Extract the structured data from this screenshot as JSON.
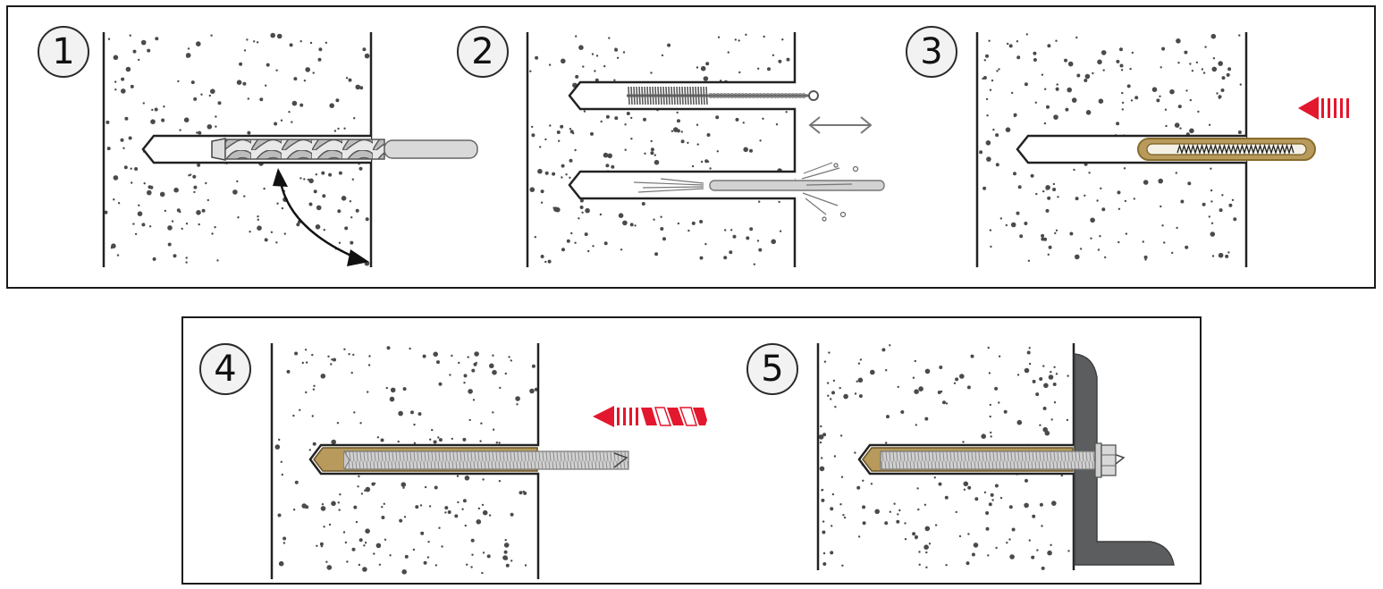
{
  "steps": [
    {
      "number": "1",
      "action": "drill-hole"
    },
    {
      "number": "2",
      "action": "clean-hole"
    },
    {
      "number": "3",
      "action": "insert-capsule"
    },
    {
      "number": "4",
      "action": "drive-threaded-rod"
    },
    {
      "number": "5",
      "action": "fix-bracket"
    }
  ],
  "colors": {
    "concrete_dot": "#4a4a4a",
    "outline": "#222222",
    "capsule_resin": "#b79a5c",
    "capsule_shell": "#8a6d2c",
    "arrow_red": "#e3172d",
    "bracket": "#5b5d5f",
    "rod": "#c8c8c8",
    "tool_gray": "#8c8c8c"
  },
  "icons": [
    "drill-bit-icon",
    "rotation-arrow-icon",
    "cleaning-brush-icon",
    "blow-pump-icon",
    "insert-arrow-icon",
    "resin-capsule-icon",
    "hammer-drill-arrow-icon",
    "threaded-rod-icon",
    "angle-bracket-icon",
    "nut-washer-icon"
  ]
}
